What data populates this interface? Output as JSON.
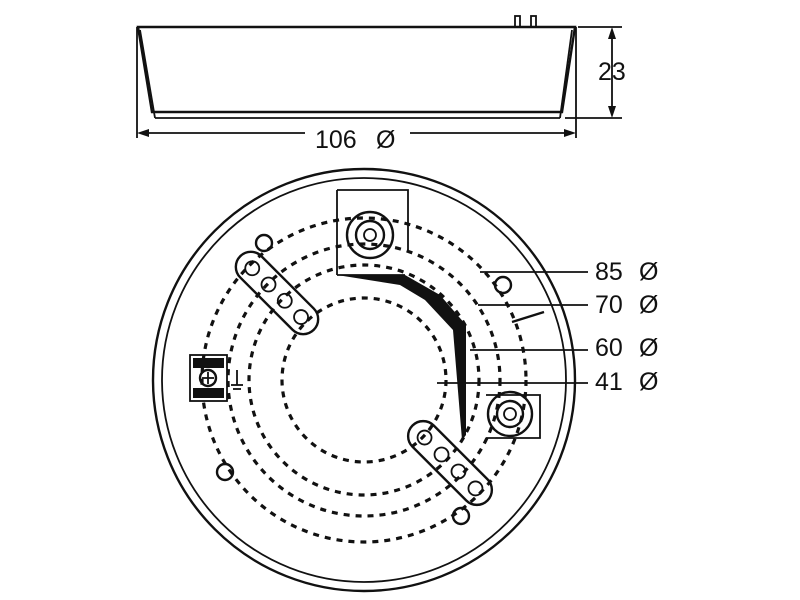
{
  "side_view": {
    "width_label": "106",
    "height_label": "23",
    "diameter_symbol": "Ø"
  },
  "top_view": {
    "rings": [
      {
        "label": "85",
        "symbol": "Ø"
      },
      {
        "label": "70",
        "symbol": "Ø"
      },
      {
        "label": "60",
        "symbol": "Ø"
      },
      {
        "label": "41",
        "symbol": "Ø"
      }
    ]
  },
  "colors": {
    "line": "#111111",
    "background": "#ffffff"
  }
}
